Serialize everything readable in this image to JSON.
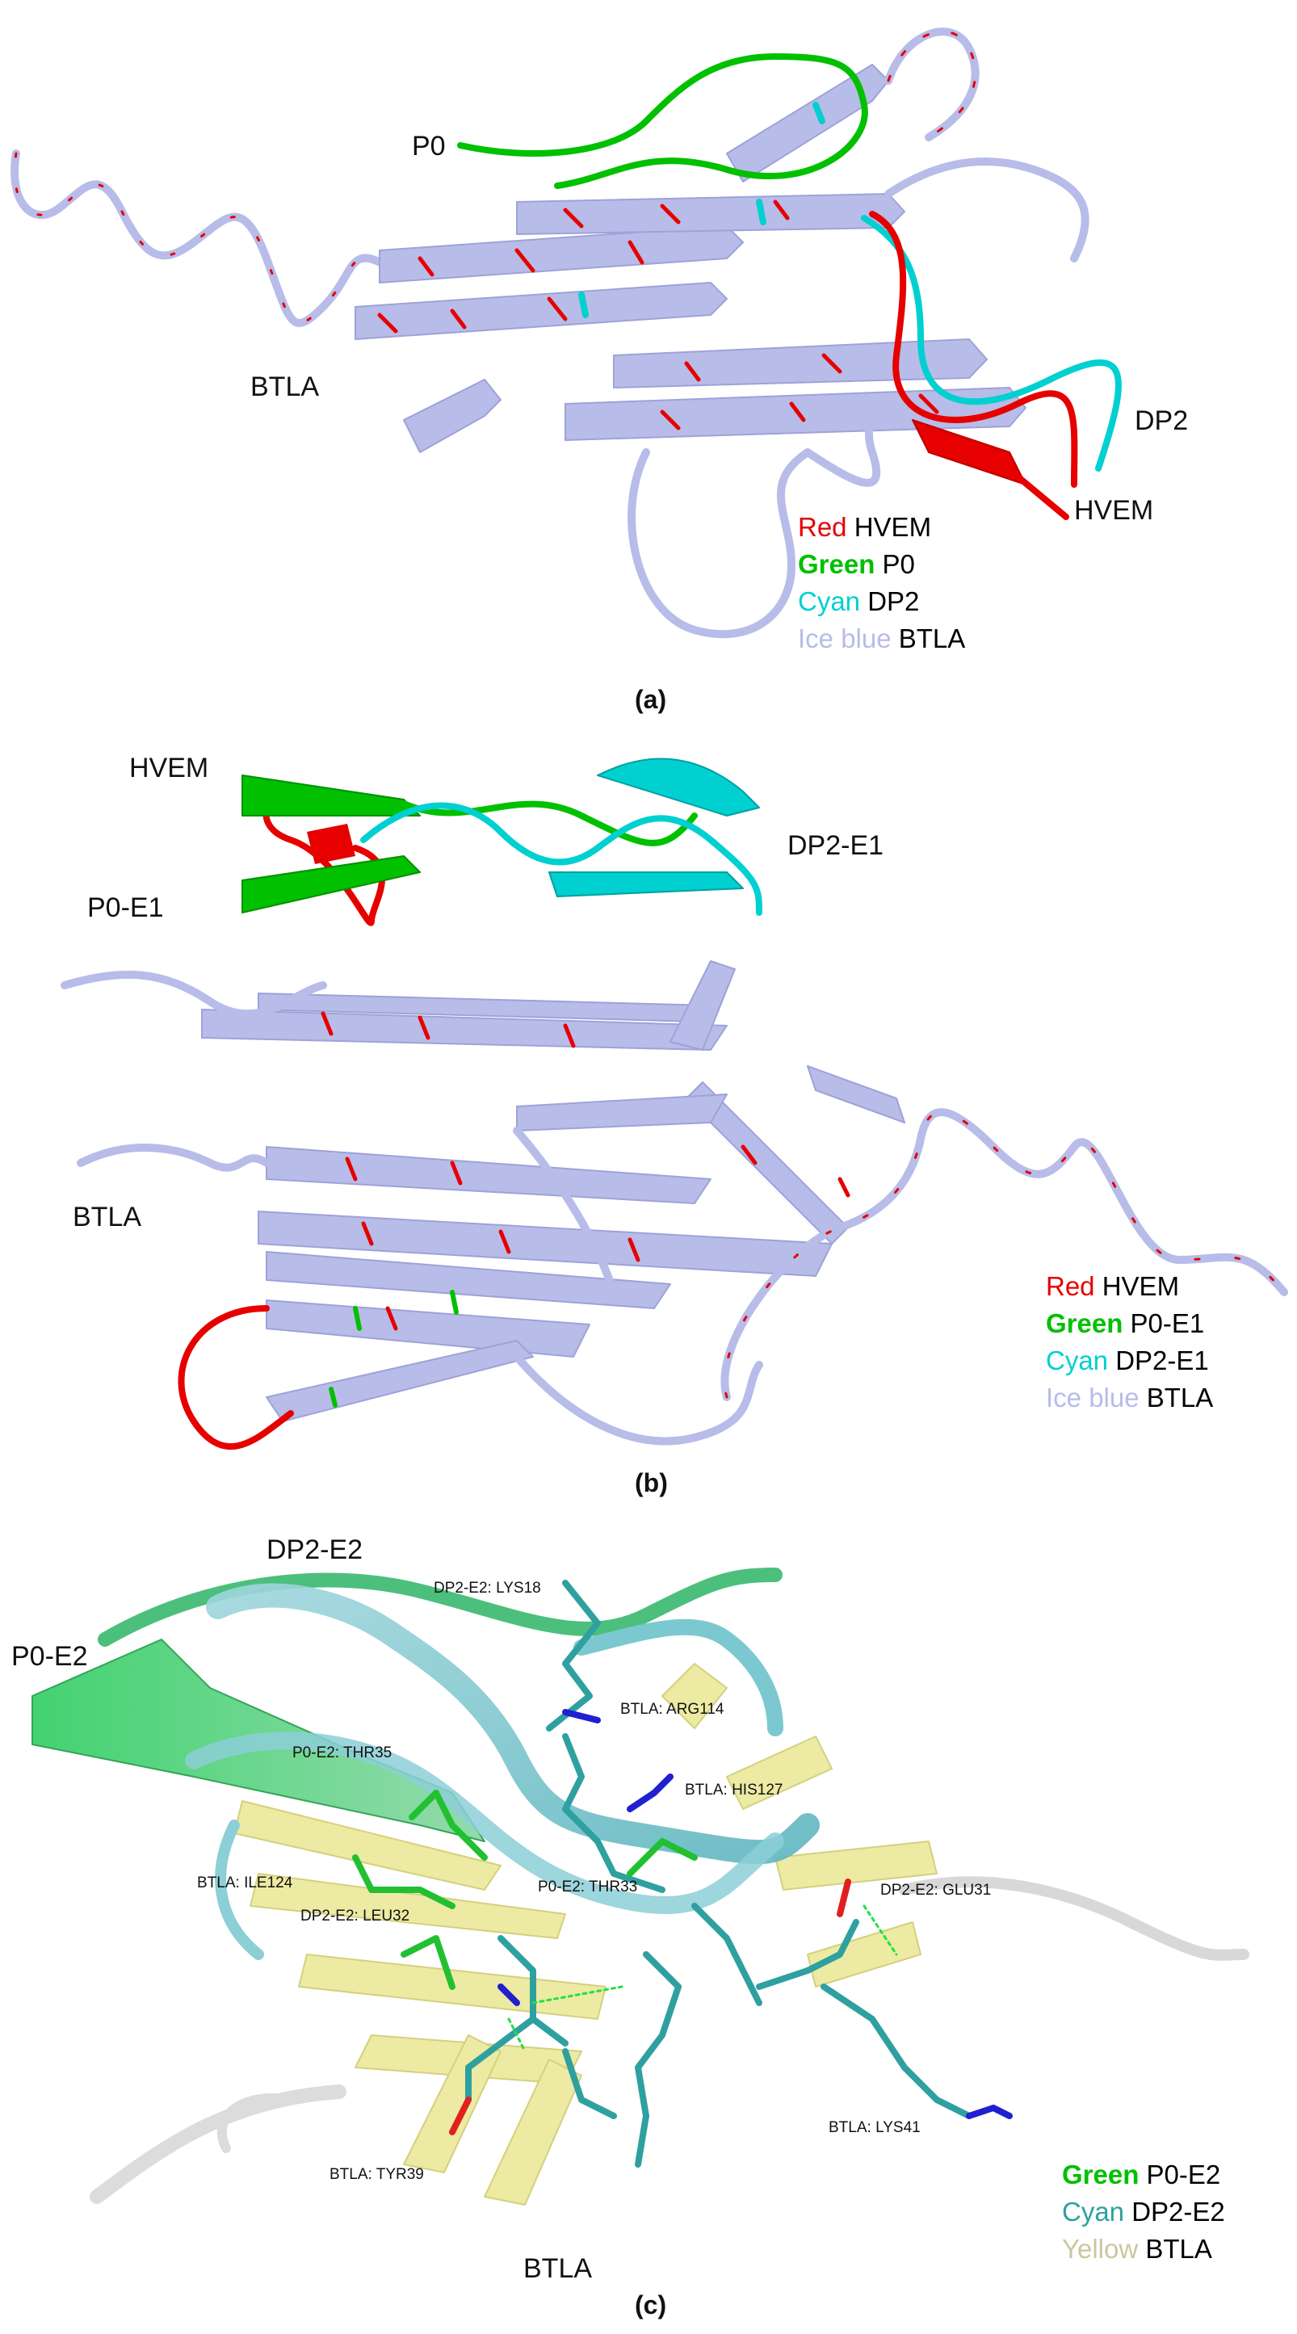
{
  "colors": {
    "red": "#e60000",
    "green": "#00c000",
    "cyan": "#00d0d0",
    "ice_blue": "#b8bce8",
    "yellow": "#ece89a",
    "yellow_text": "#c8c8a0",
    "dark_cyan": "#2fa0a0"
  },
  "panel_a": {
    "caption": "(a)",
    "labels": {
      "p0": "P0",
      "btla": "BTLA",
      "dp2": "DP2",
      "hvem": "HVEM"
    },
    "legend": [
      {
        "color_word": "Red",
        "name": "HVEM",
        "color": "#e60000"
      },
      {
        "color_word": "Green",
        "name": "P0",
        "color": "#00c000"
      },
      {
        "color_word": "Cyan",
        "name": "DP2",
        "color": "#00d0d0"
      },
      {
        "color_word": "Ice blue",
        "name": "BTLA",
        "color": "#b8bce8"
      }
    ]
  },
  "panel_b": {
    "caption": "(b)",
    "labels": {
      "hvem": "HVEM",
      "p0": "P0-E1",
      "dp2": "DP2-E1",
      "btla": "BTLA"
    },
    "legend": [
      {
        "color_word": "Red",
        "name": "HVEM",
        "color": "#e60000"
      },
      {
        "color_word": "Green",
        "name": "P0-E1",
        "color": "#00c000"
      },
      {
        "color_word": "Cyan",
        "name": "DP2-E1",
        "color": "#00d0d0"
      },
      {
        "color_word": "Ice blue",
        "name": "BTLA",
        "color": "#b8bce8"
      }
    ]
  },
  "panel_c": {
    "caption": "(c)",
    "labels": {
      "dp2": "DP2-E2",
      "p0": "P0-E2",
      "btla": "BTLA"
    },
    "residues": {
      "lys18": "DP2-E2: LYS18",
      "arg114": "BTLA: ARG114",
      "thr35": "P0-E2: THR35",
      "his127": "BTLA: HIS127",
      "ile124": "BTLA: ILE124",
      "thr33": "P0-E2: THR33",
      "glu31": "DP2-E2: GLU31",
      "leu32": "DP2-E2: LEU32",
      "lys41": "BTLA: LYS41",
      "tyr39": "BTLA: TYR39"
    },
    "legend": [
      {
        "color_word": "Green",
        "name": "P0-E2",
        "color": "#00c000"
      },
      {
        "color_word": "Cyan",
        "name": "DP2-E2",
        "color": "#2fa0a0"
      },
      {
        "color_word": "Yellow",
        "name": "BTLA",
        "color": "#c8c8a0"
      }
    ]
  }
}
